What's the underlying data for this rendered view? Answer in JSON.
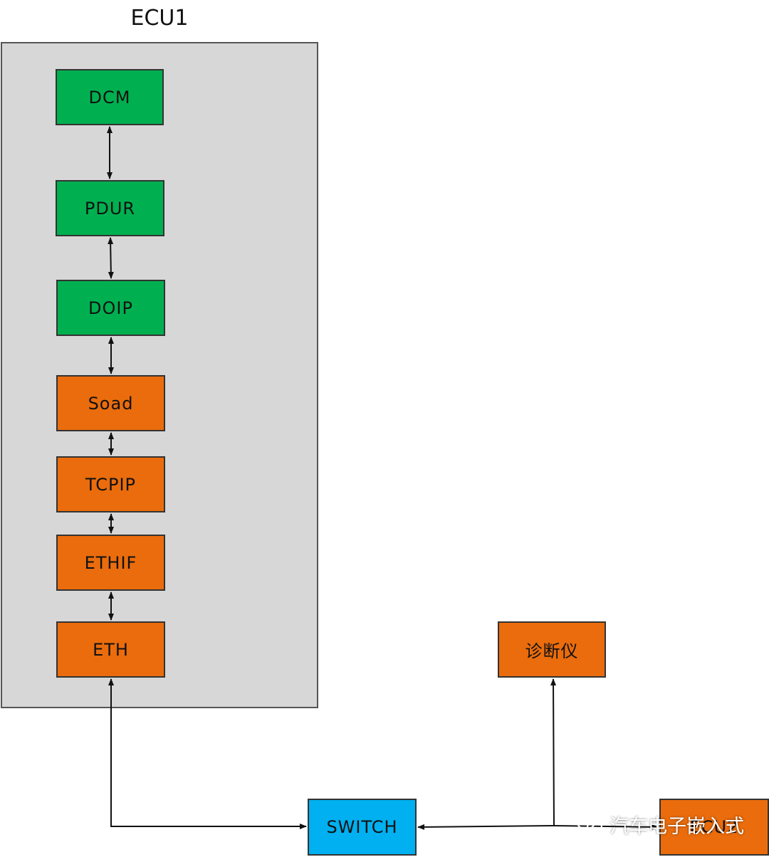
{
  "ecu1": {
    "title": "ECU1",
    "layers": [
      {
        "id": "dcm",
        "label": "DCM"
      },
      {
        "id": "pdur",
        "label": "PDUR"
      },
      {
        "id": "doip",
        "label": "DOIP"
      },
      {
        "id": "soad",
        "label": "Soad"
      },
      {
        "id": "tcpip",
        "label": "TCPIP"
      },
      {
        "id": "ethif",
        "label": "ETHIF"
      },
      {
        "id": "eth",
        "label": "ETH"
      }
    ]
  },
  "switch": {
    "label": "SWITCH"
  },
  "tester": {
    "label": "诊断仪"
  },
  "ecu2": {
    "label": "ECU2"
  },
  "watermark": {
    "text": "汽车电子嵌入式",
    "icon": "wechat-icon"
  },
  "colors": {
    "application_layer": "#00b050",
    "transport_layer": "#ea6c0c",
    "switch": "#00b0f0",
    "frame": "#d7d7d7"
  }
}
